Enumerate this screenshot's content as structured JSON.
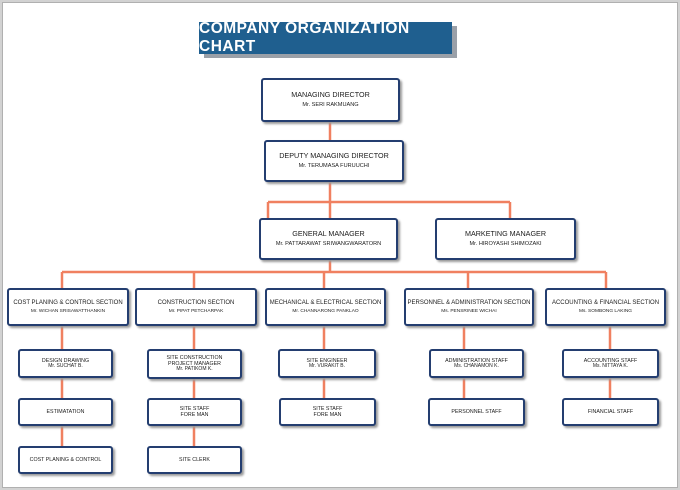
{
  "title": "COMPANY ORGANIZATION CHART",
  "colors": {
    "title_bg": "#1f5f8f",
    "box_border": "#243e70",
    "connector": "#f08060"
  },
  "managing_director": {
    "title": "MANAGING DIRECTOR",
    "person": "Mr. SERI  RAKMUANG"
  },
  "deputy_managing_director": {
    "title": "DEPUTY MANAGING DIRECTOR",
    "person": "Mr. TERUMASA  FURUUCHI"
  },
  "general_manager": {
    "title": "GENERAL MANAGER",
    "person": "Mr. PATTARAWAT SRIWANGWARATORN"
  },
  "marketing_manager": {
    "title": "MARKETING MANAGER",
    "person": "Mr. HIROYASHI SHIMOZAKI"
  },
  "sections": [
    {
      "title": "COST PLANING & CONTROL SECTION",
      "person": "Mr. WICHAN  SRISAWATTHANKIN"
    },
    {
      "title": "CONSTRUCTION SECTION",
      "person": "Mr. PIPAT  PETCHARPAK"
    },
    {
      "title": "MECHANICAL & ELECTRICAL SECTION",
      "person": "Mr. CHANNARONG PANKLAO"
    },
    {
      "title": "PERSONNEL & ADMINISTRATION SECTION",
      "person": "Ms. PENSRINEE WICHAI"
    },
    {
      "title": "ACCOUNTING & FINANCIAL SECTION",
      "person": "Ms. SOMBONG LAKING"
    }
  ],
  "cost_units": [
    {
      "title": "DESIGN DRAWING",
      "person": "Mr. SUCHAT  B."
    },
    {
      "title": "ESTIMATATION"
    },
    {
      "title": "COST PLANING & CONTROL"
    }
  ],
  "construction_units": [
    {
      "title": "SITE CONSTRUCTION",
      "line2": "PROJECT MANAGER",
      "person": "Mr. PATIKOM  K."
    },
    {
      "title": "SITE STAFF",
      "line2": "FORE MAN"
    },
    {
      "title": "SITE CLERK"
    }
  ],
  "mechanical_units": [
    {
      "title": "SITE ENGINEER",
      "person": "Mr. VURAKIT  B."
    },
    {
      "title": "SITE STAFF",
      "line2": "FORE MAN"
    }
  ],
  "personnel_units": [
    {
      "title": "ADMINISTRATION STAFF",
      "person": "Ms. CHANAMON K."
    },
    {
      "title": "PERSONNEL STAFF"
    }
  ],
  "accounting_units": [
    {
      "title": "ACCOUNTING STAFF",
      "person": "Ms. NITTAYA  K."
    },
    {
      "title": "FINANCIAL STAFF"
    }
  ]
}
